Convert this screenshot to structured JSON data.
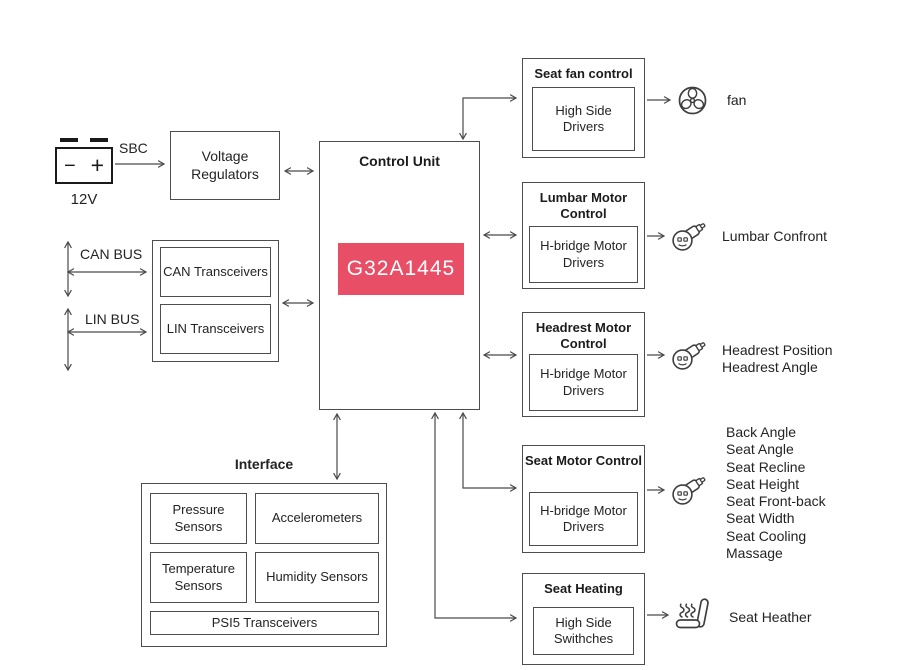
{
  "colors": {
    "background": "#ffffff",
    "chip_bg": "#e84f66",
    "chip_text": "#ffffff",
    "line": "#4a4a4a",
    "box_border": "#4d4d4d"
  },
  "power": {
    "battery_label": "12V",
    "battery_minus": "−",
    "battery_plus": "+",
    "sbc_label": "SBC",
    "voltage_regulators_label": "Voltage Regulators"
  },
  "bus": {
    "can_bus_label": "CAN BUS",
    "lin_bus_label": "LIN BUS",
    "can_transceivers_label": "CAN Transceivers",
    "lin_transceivers_label": "LIN Transceivers"
  },
  "control_unit": {
    "title": "Control Unit",
    "chip_label": "G32A1445"
  },
  "interface": {
    "title": "Interface",
    "pressure_label": "Pressure Sensors",
    "accelerometers_label": "Accelerometers",
    "temperature_label": "Temperature Sensors",
    "humidity_label": "Humidity Sensors",
    "psi5_label": "PSI5 Transceivers"
  },
  "modules": [
    {
      "title": "Seat fan control",
      "driver": "High Side Drivers",
      "icon": "fan-icon",
      "outputs": [
        "fan"
      ]
    },
    {
      "title": "Lumbar Motor Control",
      "driver": "H-bridge Motor Drivers",
      "icon": "motor-icon",
      "outputs": [
        "Lumbar Confront"
      ]
    },
    {
      "title": "Headrest Motor Control",
      "driver": "H-bridge Motor Drivers",
      "icon": "motor-icon",
      "outputs": [
        "Headrest Position",
        "Headrest Angle"
      ]
    },
    {
      "title": "Seat Motor Control",
      "driver": "H-bridge Motor Drivers",
      "icon": "motor-icon",
      "outputs": [
        "Back Angle",
        "Seat Angle",
        "Seat Recline",
        "Seat Height",
        "Seat Front-back",
        "Seat Width",
        "Seat Cooling",
        "Massage"
      ]
    },
    {
      "title": "Seat Heating",
      "driver": "High Side Swithches",
      "icon": "seat-heater-icon",
      "outputs": [
        "Seat Heather"
      ]
    }
  ]
}
